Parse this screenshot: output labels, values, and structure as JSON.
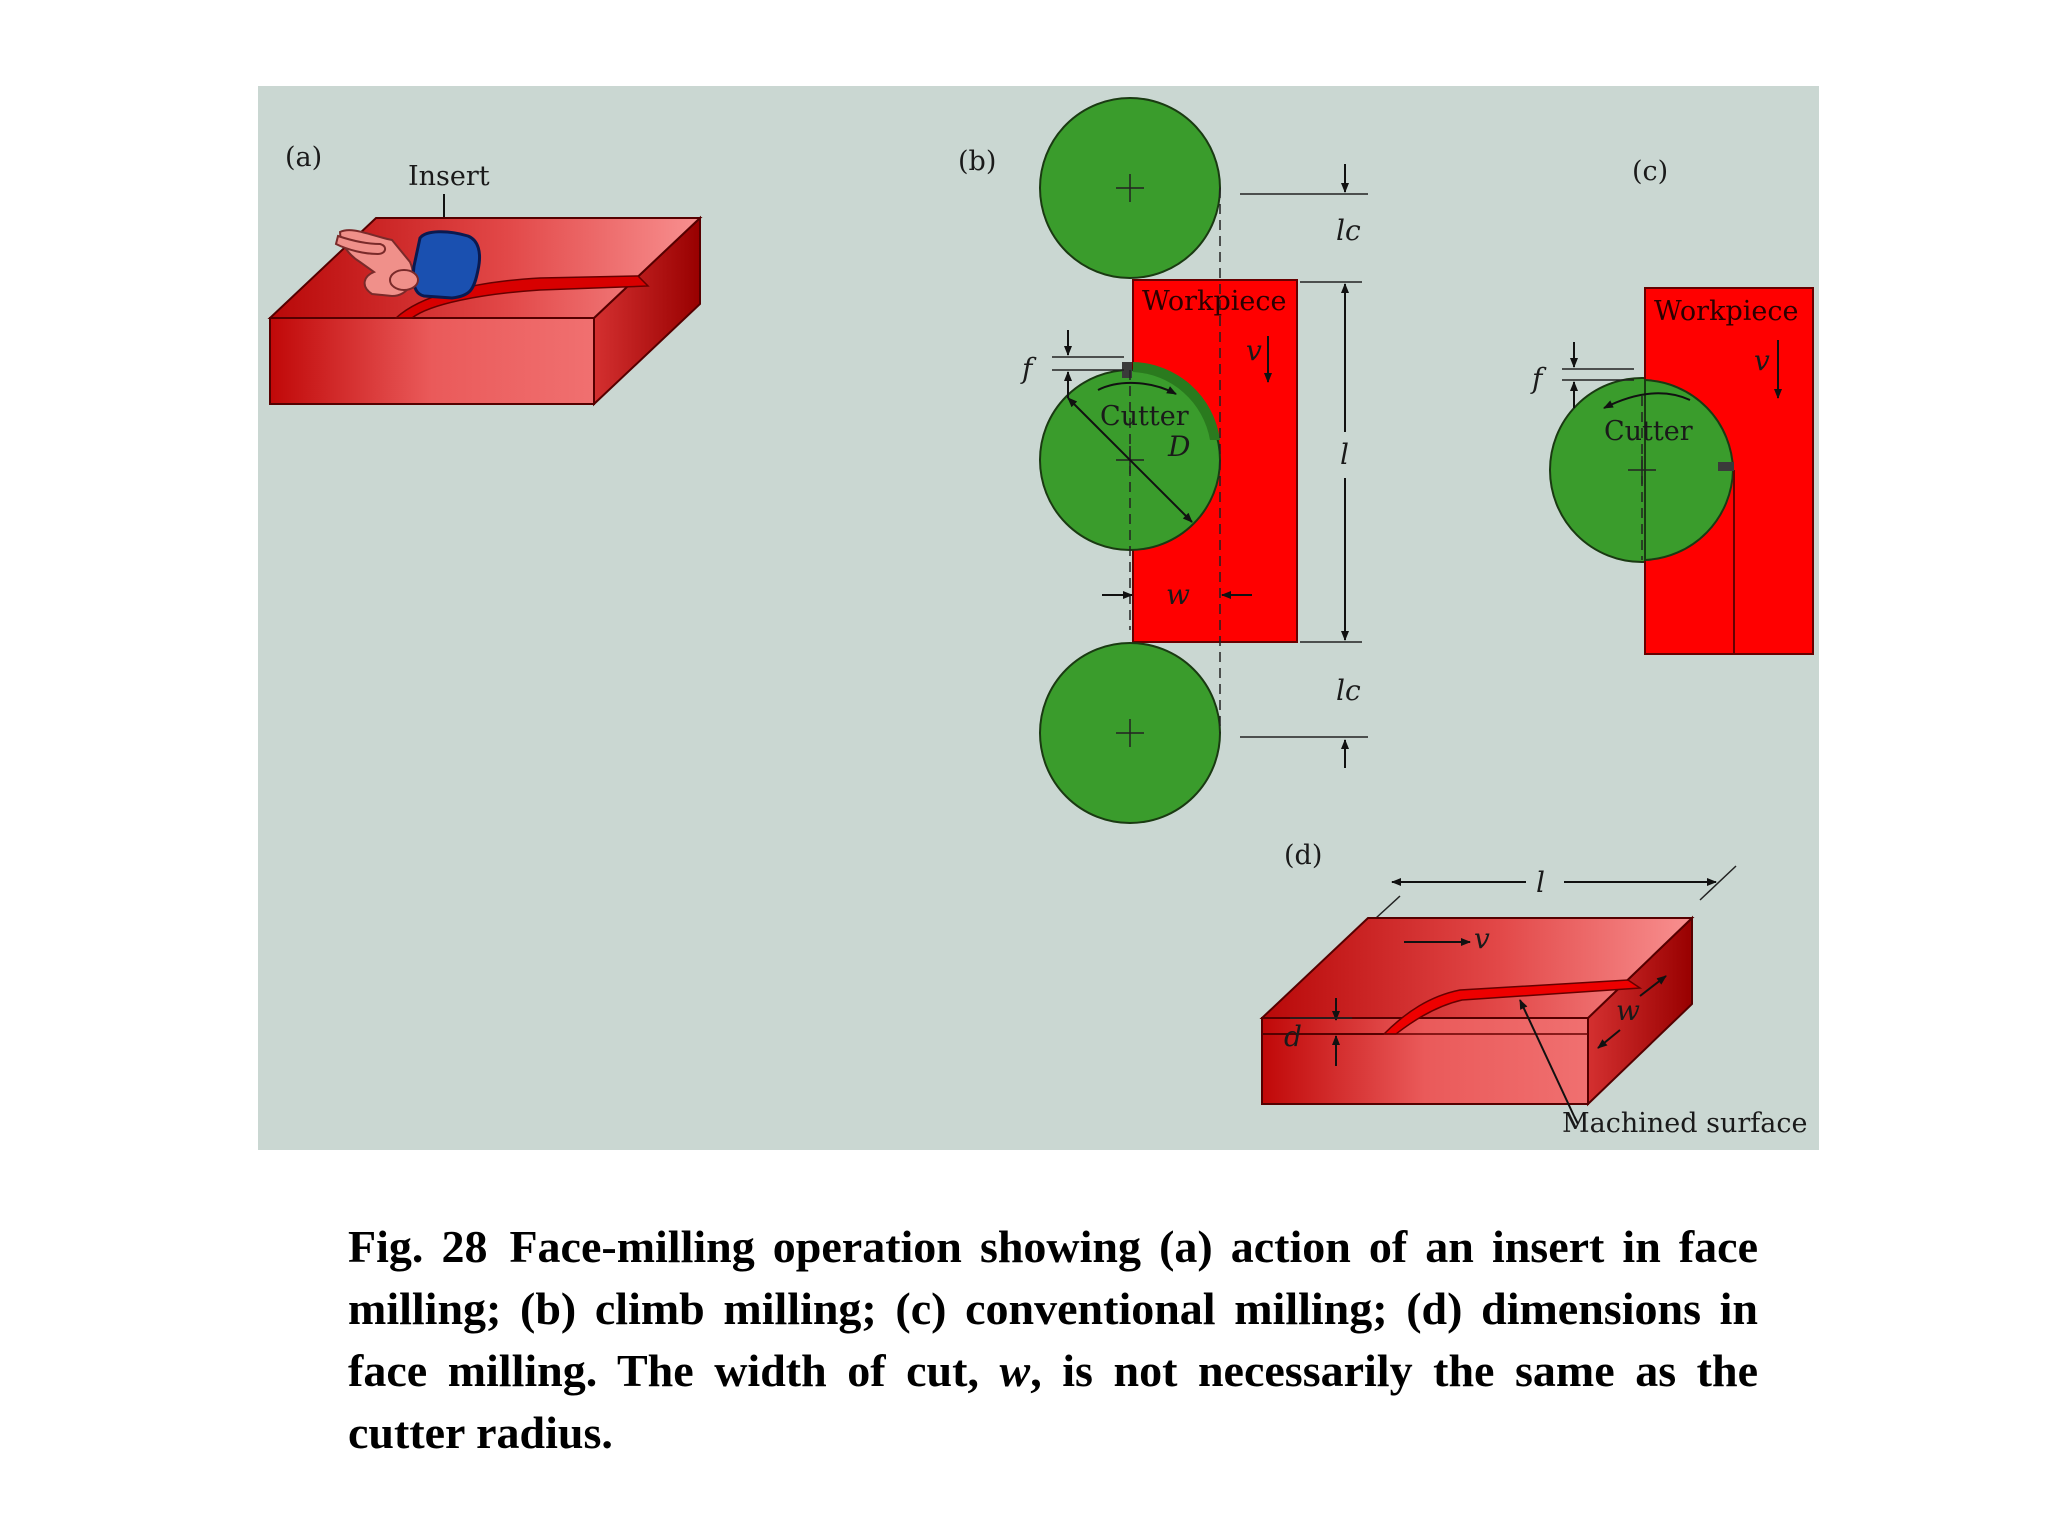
{
  "panels": {
    "a": {
      "tag": "(a)",
      "insert_label": "Insert"
    },
    "b": {
      "tag": "(b)",
      "workpiece_label": "Workpiece",
      "cutter_label": "Cutter",
      "symbols": {
        "lc_top": "lc",
        "lc_bottom": "lc",
        "l": "l",
        "f": "f",
        "v": "v",
        "D": "D",
        "w": "w"
      }
    },
    "c": {
      "tag": "(c)",
      "workpiece_label": "Workpiece",
      "cutter_label": "Cutter",
      "symbols": {
        "f": "f",
        "v": "v"
      }
    },
    "d": {
      "tag": "(d)",
      "machined_surface_label": "Machined surface",
      "symbols": {
        "l": "l",
        "v": "v",
        "w": "w",
        "d": "d"
      }
    }
  },
  "caption": {
    "number": "Fig. 28",
    "text_before": "Face-milling operation showing (a) action of an insert in face milling; (b) climb milling; (c) conventional milling; (d) dimensions in face milling. The width of cut, ",
    "symbol": "w",
    "text_after": ", is not necessarily the same as the cutter radius."
  },
  "colors": {
    "panel_bg": "#cad7d2",
    "workpiece": "#ff0000",
    "cutter": "#3a9c2c",
    "block_dark": "#a80000",
    "block_light": "#f48080",
    "insert": "#1a50b0"
  }
}
